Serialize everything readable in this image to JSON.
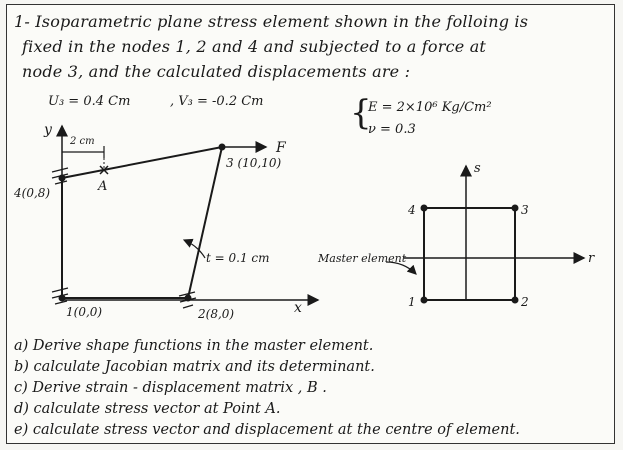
{
  "problem": {
    "line1": "1- Isoparametric plane stress element shown in the folloing is",
    "line2": "fixed in the nodes 1, 2 and 4 and subjected to a force at",
    "line3": "node 3, and the calculated displacements are :",
    "u3": "U₃ = 0.4 Cm",
    "v3": ", V₃ = -0.2 Cm",
    "E": "E = 2×10⁶ Kg/Cm²",
    "nu": "ν = 0.3"
  },
  "figure": {
    "y_axis": "y",
    "x_axis": "x",
    "dim_2cm": "2 cm",
    "force": "F",
    "point_A": "A",
    "node1": "1(0,0)",
    "node2": "2(8,0)",
    "node3": "3 (10,10)",
    "node4": "4(0,8)",
    "thickness": "t = 0.1 cm"
  },
  "master": {
    "label": "Master element",
    "s_axis": "s",
    "r_axis": "r",
    "n1": "1",
    "n2": "2",
    "n3": "3",
    "n4": "4"
  },
  "questions": [
    "a) Derive shape functions in the master element.",
    "b) calculate Jacobian matrix and its determinant.",
    "c) Derive strain - displacement matrix , B .",
    "d) calculate stress vector at Point A.",
    "e) calculate stress vector and displacement at the centre of element."
  ]
}
